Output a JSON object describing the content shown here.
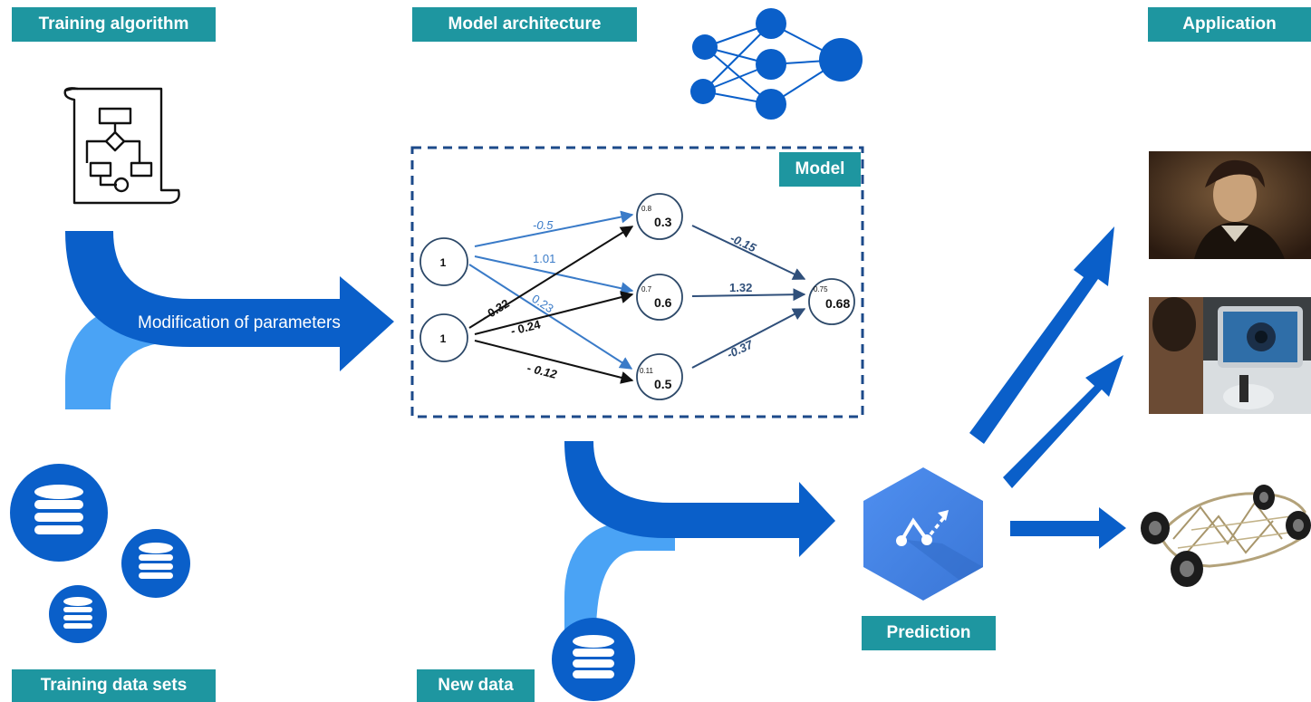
{
  "labels": {
    "training_algorithm": "Training algorithm",
    "model_architecture": "Model architecture",
    "application": "Application",
    "model": "Model",
    "modification": "Modification of parameters",
    "training_data": "Training data sets",
    "new_data": "New data",
    "prediction": "Prediction"
  },
  "network": {
    "inputs": [
      {
        "value": "1"
      },
      {
        "value": "1"
      }
    ],
    "hidden": [
      {
        "bias": "0.8",
        "value": "0.3"
      },
      {
        "bias": "0.7",
        "value": "0.6"
      },
      {
        "bias": "0.11",
        "value": "0.5"
      }
    ],
    "output": {
      "bias": "0.75",
      "value": "0.68"
    },
    "weights_in1": [
      "-0.5",
      "1.01",
      "0.23"
    ],
    "weights_in2": [
      "- 0.32",
      "- 0.24",
      "- 0.12"
    ],
    "weights_out": [
      "-0.15",
      "1.32",
      "-0.37"
    ]
  },
  "icons": {
    "training_algorithm": "flowchart-scroll-icon",
    "architecture": "neural-network-icon",
    "database": "database-icon",
    "prediction": "prediction-hexagon-icon"
  },
  "applications": [
    "portrait-painting-image",
    "eye-examination-image",
    "printed-car-chassis-image"
  ],
  "colors": {
    "tag": "#1e96a0",
    "arrow_dark": "#0a5fc9",
    "arrow_light": "#4aa3f5",
    "weight_blue": "#3a7bc8",
    "weight_dark": "#2f4f7a",
    "hex": "#4a88e8"
  }
}
